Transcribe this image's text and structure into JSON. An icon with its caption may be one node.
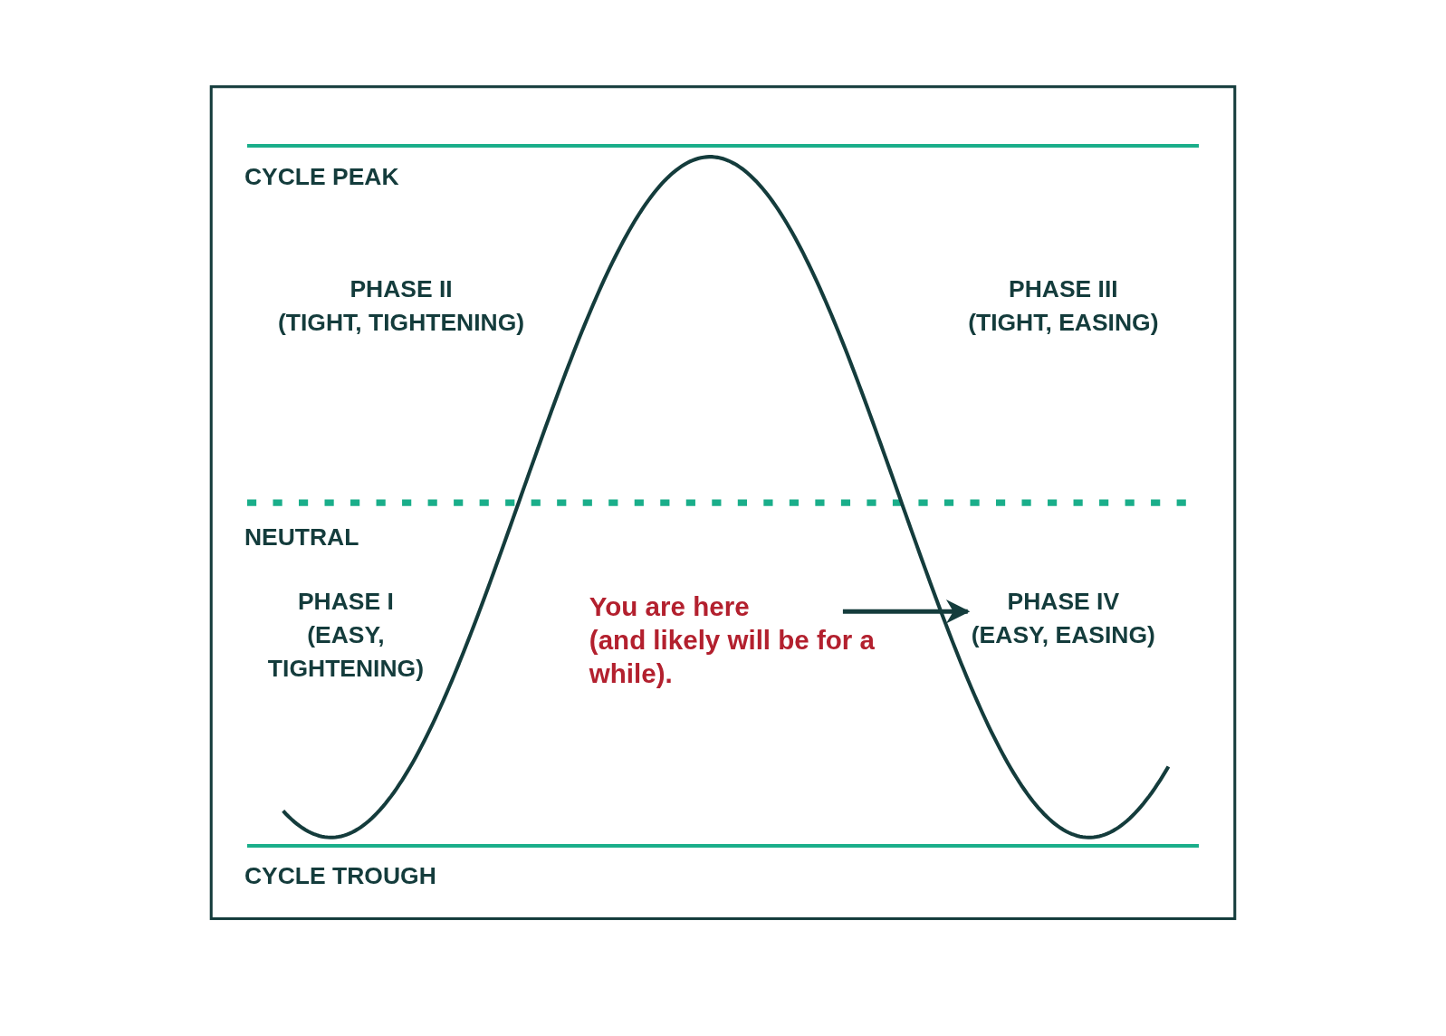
{
  "diagram": {
    "nodes": [
      {
        "text": [
          "You are here (and likely will be for a while)."
        ]
      },
      {
        "text": [
          "PHASE IV (EASY, EASING)"
        ]
      }
    ],
    "edges": [
      {
        "from": 0,
        "to": 1,
        "arrow": "to"
      }
    ],
    "labels": [
      "CYCLE PEAK",
      "PHASE II (TIGHT, TIGHTENING)",
      "PHASE III (TIGHT, EASING)",
      "NEUTRAL",
      "PHASE I (EASY, TIGHTENING)",
      "CYCLE TROUGH"
    ]
  }
}
